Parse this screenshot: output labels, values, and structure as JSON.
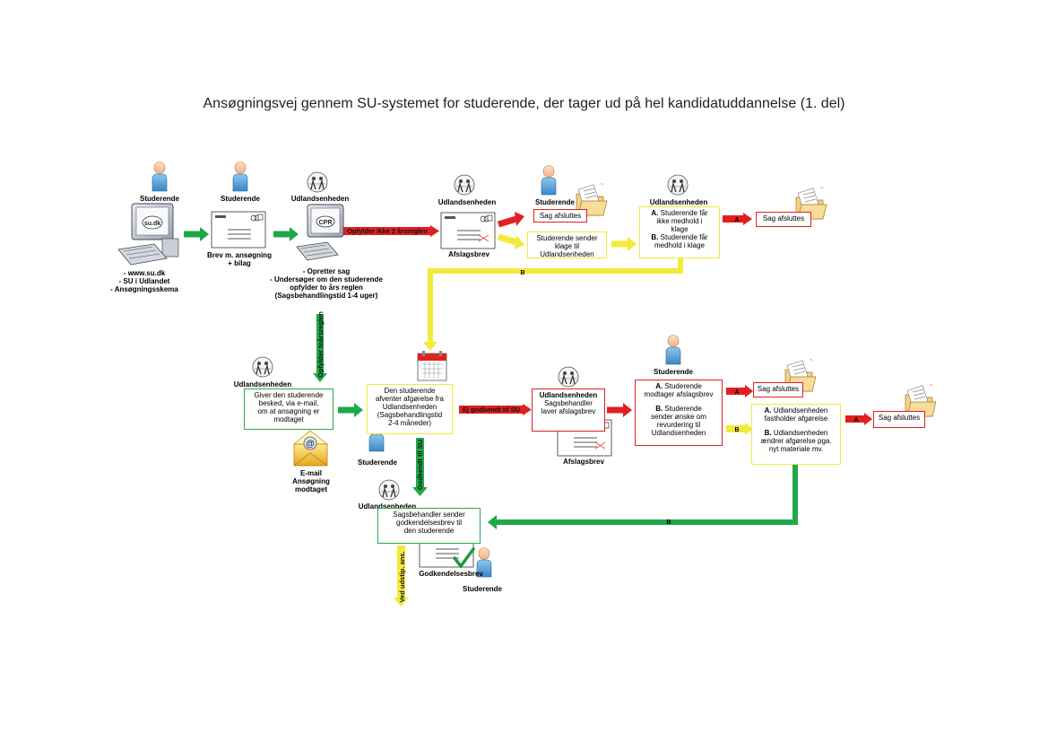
{
  "title": "Ansøgningsvej gennem SU-systemet for studerende, der tager ud på hel kandidatuddannelse (1. del)",
  "roles": {
    "studerende": "Studerende",
    "udlandsenheden": "Udlandsenheden"
  },
  "screen_text": "su.dk",
  "cpr_text": "CPR",
  "online_links": [
    "- www.su.dk",
    "- SU i Udlandet",
    "- Ansøgningsskema"
  ],
  "letter1_caption": [
    "Brev m. ansøgning",
    "+ bilag"
  ],
  "udl1_steps": [
    "- Opretter sag",
    "- Undersøger om den studerende",
    "opfylder to års reglen",
    "(Sagsbehandlingstid 1-4 uger)"
  ],
  "arrow_not2yr": "Opfylder ikke 2 årsreglen",
  "arrow_fulfills": "Opfylder toårsreglen",
  "afslagsbrev": "Afslagsbrev",
  "sag_afsluttes": "Sag afsluttes",
  "klage_box": [
    "Studerende sender",
    "klage til",
    "Udlandsenheden"
  ],
  "klage_result": {
    "a_key": "A.",
    "a_text": [
      "Studerende får",
      "ikke medhold i",
      "klage"
    ],
    "b_key": "B.",
    "b_text": [
      "Studerende får",
      "medhold i klage"
    ]
  },
  "letter_a": "A",
  "letter_b": "B",
  "giver_box": [
    "Giver den studerende",
    "besked, via e-mail,",
    "om at ansøgning er",
    "modtaget"
  ],
  "email_caption": [
    "E-mail",
    "Ansøgning",
    "modtaget"
  ],
  "email_symbol": "@",
  "afventer_box": [
    "Den studerende",
    "afventer afgørelse fra",
    "Udlandsenheden",
    "(Sagsbehandlingstid",
    "2-4 måneder)"
  ],
  "arrow_ikke_godkendt": "Ej godkendt til SU",
  "arrow_godkendt": "Godkendt til SU",
  "afslag_box": [
    "Sagsbehandler",
    "laver afslagsbrev"
  ],
  "afslag_result": {
    "a_key": "A.",
    "a_text": [
      "Studerende",
      "modtager afslagsbrev"
    ],
    "b_key": "B.",
    "b_text": [
      "Studerende",
      "sender ønske om",
      "revurdering til",
      "Udlandsenheden"
    ]
  },
  "revurdering_result": {
    "a_key": "A.",
    "a_text": [
      "Udlandsenheden",
      "fastholder afgørelse"
    ],
    "b_key": "B.",
    "b_text": [
      "Udlandsenheden",
      "ændrer afgørelse pga.",
      "nyt materiale mv."
    ]
  },
  "godkendelse_box": [
    "Sagsbehandler sender",
    "godkendelsesbrev til",
    "den studerende"
  ],
  "godkendelsesbrev": "Godkendelsesbrev",
  "arrow_udstip": "Ved udstip. ans."
}
